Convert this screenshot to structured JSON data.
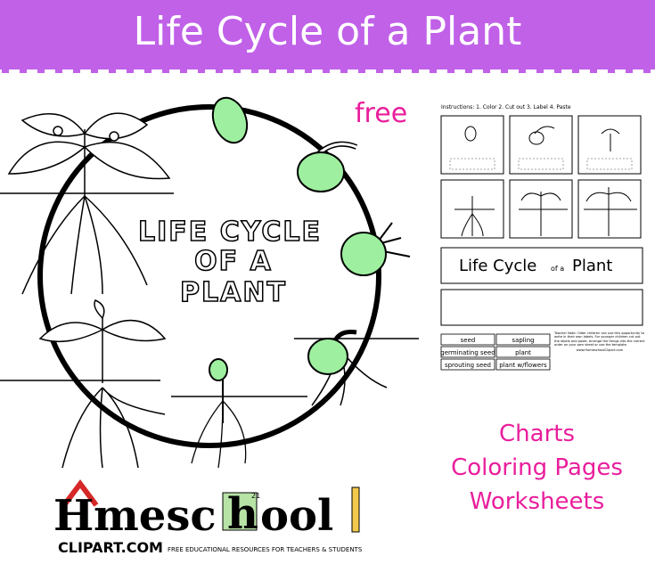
{
  "header": {
    "title": "Life Cycle of a Plant"
  },
  "badge": {
    "free_label": "free"
  },
  "illustration": {
    "circle_title_lines": [
      "LIFE CYCLE",
      "OF A",
      "PLANT"
    ]
  },
  "worksheet": {
    "instructions": "Instructions: 1. Color 2. Cut out 3. Label 4. Paste",
    "title": {
      "part1": "Life Cycle",
      "part2": "of a",
      "part3": "Plant"
    },
    "labels": [
      "seed",
      "sapling",
      "germinating seed",
      "plant",
      "sprouting seed",
      "plant w/flowers"
    ],
    "teacher_note": "Teacher Note: Older children can use this opportunity to write in their own labels. For younger children cut out the labels and paste. Arrange the things into the correct order on your own sheet or use the template.",
    "site": "www.HomeschoolClipart.com"
  },
  "features": {
    "items": [
      "Charts",
      "Coloring Pages",
      "Worksheets"
    ]
  },
  "logo": {
    "name_pre": "H",
    "name_mid": "mesc",
    "name_c": "h",
    "name_post": "ool",
    "grade_tag": "21",
    "domain": "CLIPART.COM",
    "tagline": "FREE EDUCATIONAL RESOURCES FOR TEACHERS & STUDENTS"
  },
  "colors": {
    "banner": "#c061e8",
    "accent_pink": "#e91e9c",
    "seed_green": "#9ef0a0",
    "logo_red": "#d62828"
  }
}
